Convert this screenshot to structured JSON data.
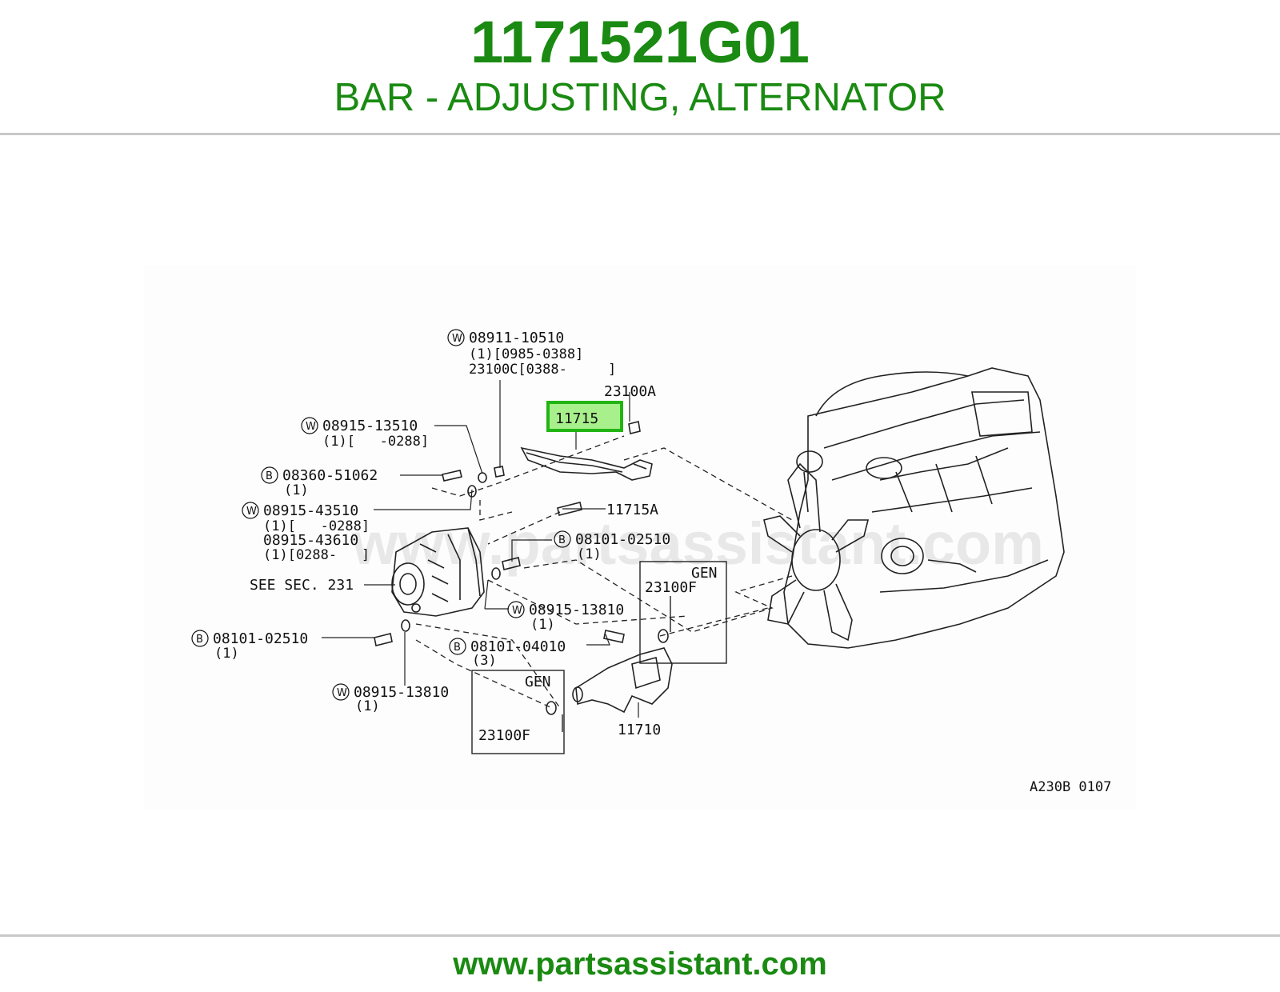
{
  "header": {
    "part_number": "1171521G01",
    "description": "BAR - ADJUSTING, ALTERNATOR"
  },
  "footer": {
    "url": "www.partsassistant.com"
  },
  "theme": {
    "brand_green": "#1a8a12",
    "highlight_border": "#22b414",
    "highlight_fill": "#a8f08c",
    "rule_gray": "#c8c8c8"
  },
  "diagram": {
    "watermark": "www.partsassistant.com",
    "drawing_code": "A230B 0107",
    "highlighted_callout": "11715",
    "callouts": {
      "w_0891110510": {
        "prefix": "W",
        "line1": "08911-10510",
        "line2": "(1)[0985-0388]",
        "line3": "23100C[0388-     ]"
      },
      "c_23100A": "23100A",
      "w_0891513510": {
        "prefix": "W",
        "line1": "08915-13510",
        "line2": "(1)[   -0288]"
      },
      "b_0836051062": {
        "prefix": "B",
        "line1": "08360-51062",
        "line2": "(1)"
      },
      "c_11715A": "11715A",
      "w_0891543510": {
        "prefix": "W",
        "line1": "08915-43510",
        "line2": "(1)[   -0288]",
        "line3": "08915-43610",
        "line4": "(1)[0288-   ]"
      },
      "b_0810102510_top": {
        "prefix": "B",
        "line1": "08101-02510",
        "line2": "(1)"
      },
      "see_sec": "SEE SEC. 231",
      "gen_box_right": {
        "title": "GEN",
        "part": "23100F"
      },
      "w_0891513810_mid": {
        "prefix": "W",
        "line1": "08915-13810",
        "line2": "(1)"
      },
      "b_0810102510_left": {
        "prefix": "B",
        "line1": "08101-02510",
        "line2": "(1)"
      },
      "b_0810104010": {
        "prefix": "B",
        "line1": "08101-04010",
        "line2": "(3)"
      },
      "gen_box_bottom": {
        "title": "GEN",
        "part": "23100F"
      },
      "c_11710": "11710",
      "w_0891513810_bot": {
        "prefix": "W",
        "line1": "08915-13810",
        "line2": "(1)"
      }
    }
  }
}
